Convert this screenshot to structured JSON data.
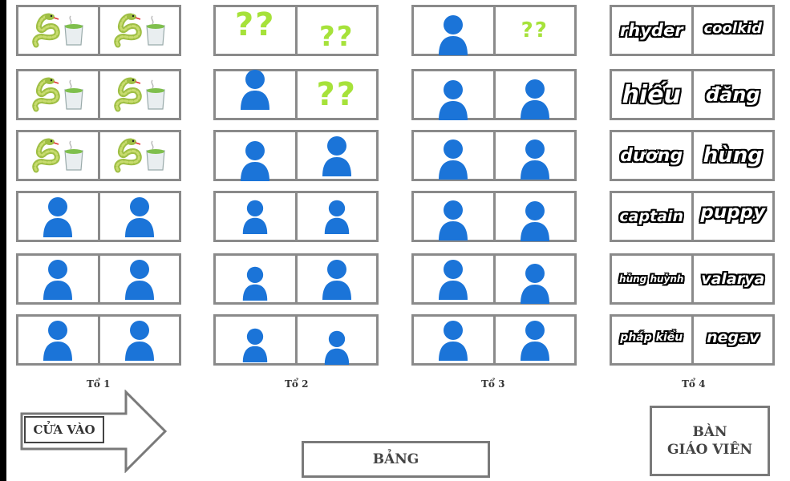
{
  "groups": [
    {
      "label": "Tổ 1"
    },
    {
      "label": "Tổ 2"
    },
    {
      "label": "Tổ 3"
    },
    {
      "label": "Tổ 4"
    }
  ],
  "unknown_mark": "??",
  "names": [
    [
      "rhyder",
      "coolkid"
    ],
    [
      "hiếu",
      "đăng"
    ],
    [
      "dương",
      "hùng"
    ],
    [
      "captain",
      "puppy"
    ],
    [
      "hùng huỳnh",
      "valarya"
    ],
    [
      "pháp kiều",
      "negav"
    ]
  ],
  "entrance": {
    "label": "CỬA VÀO"
  },
  "board": {
    "label": "BẢNG"
  },
  "teacher_desk": {
    "line1": "BÀN",
    "line2": "GIÁO VIÊN"
  },
  "colors": {
    "person": "#1b74d8",
    "unknown": "#a6e23a",
    "desk_border": "#8a8a8a"
  },
  "icons": {
    "person": "person-icon",
    "snake": "snake-icon",
    "tea": "tea-cup-icon"
  }
}
